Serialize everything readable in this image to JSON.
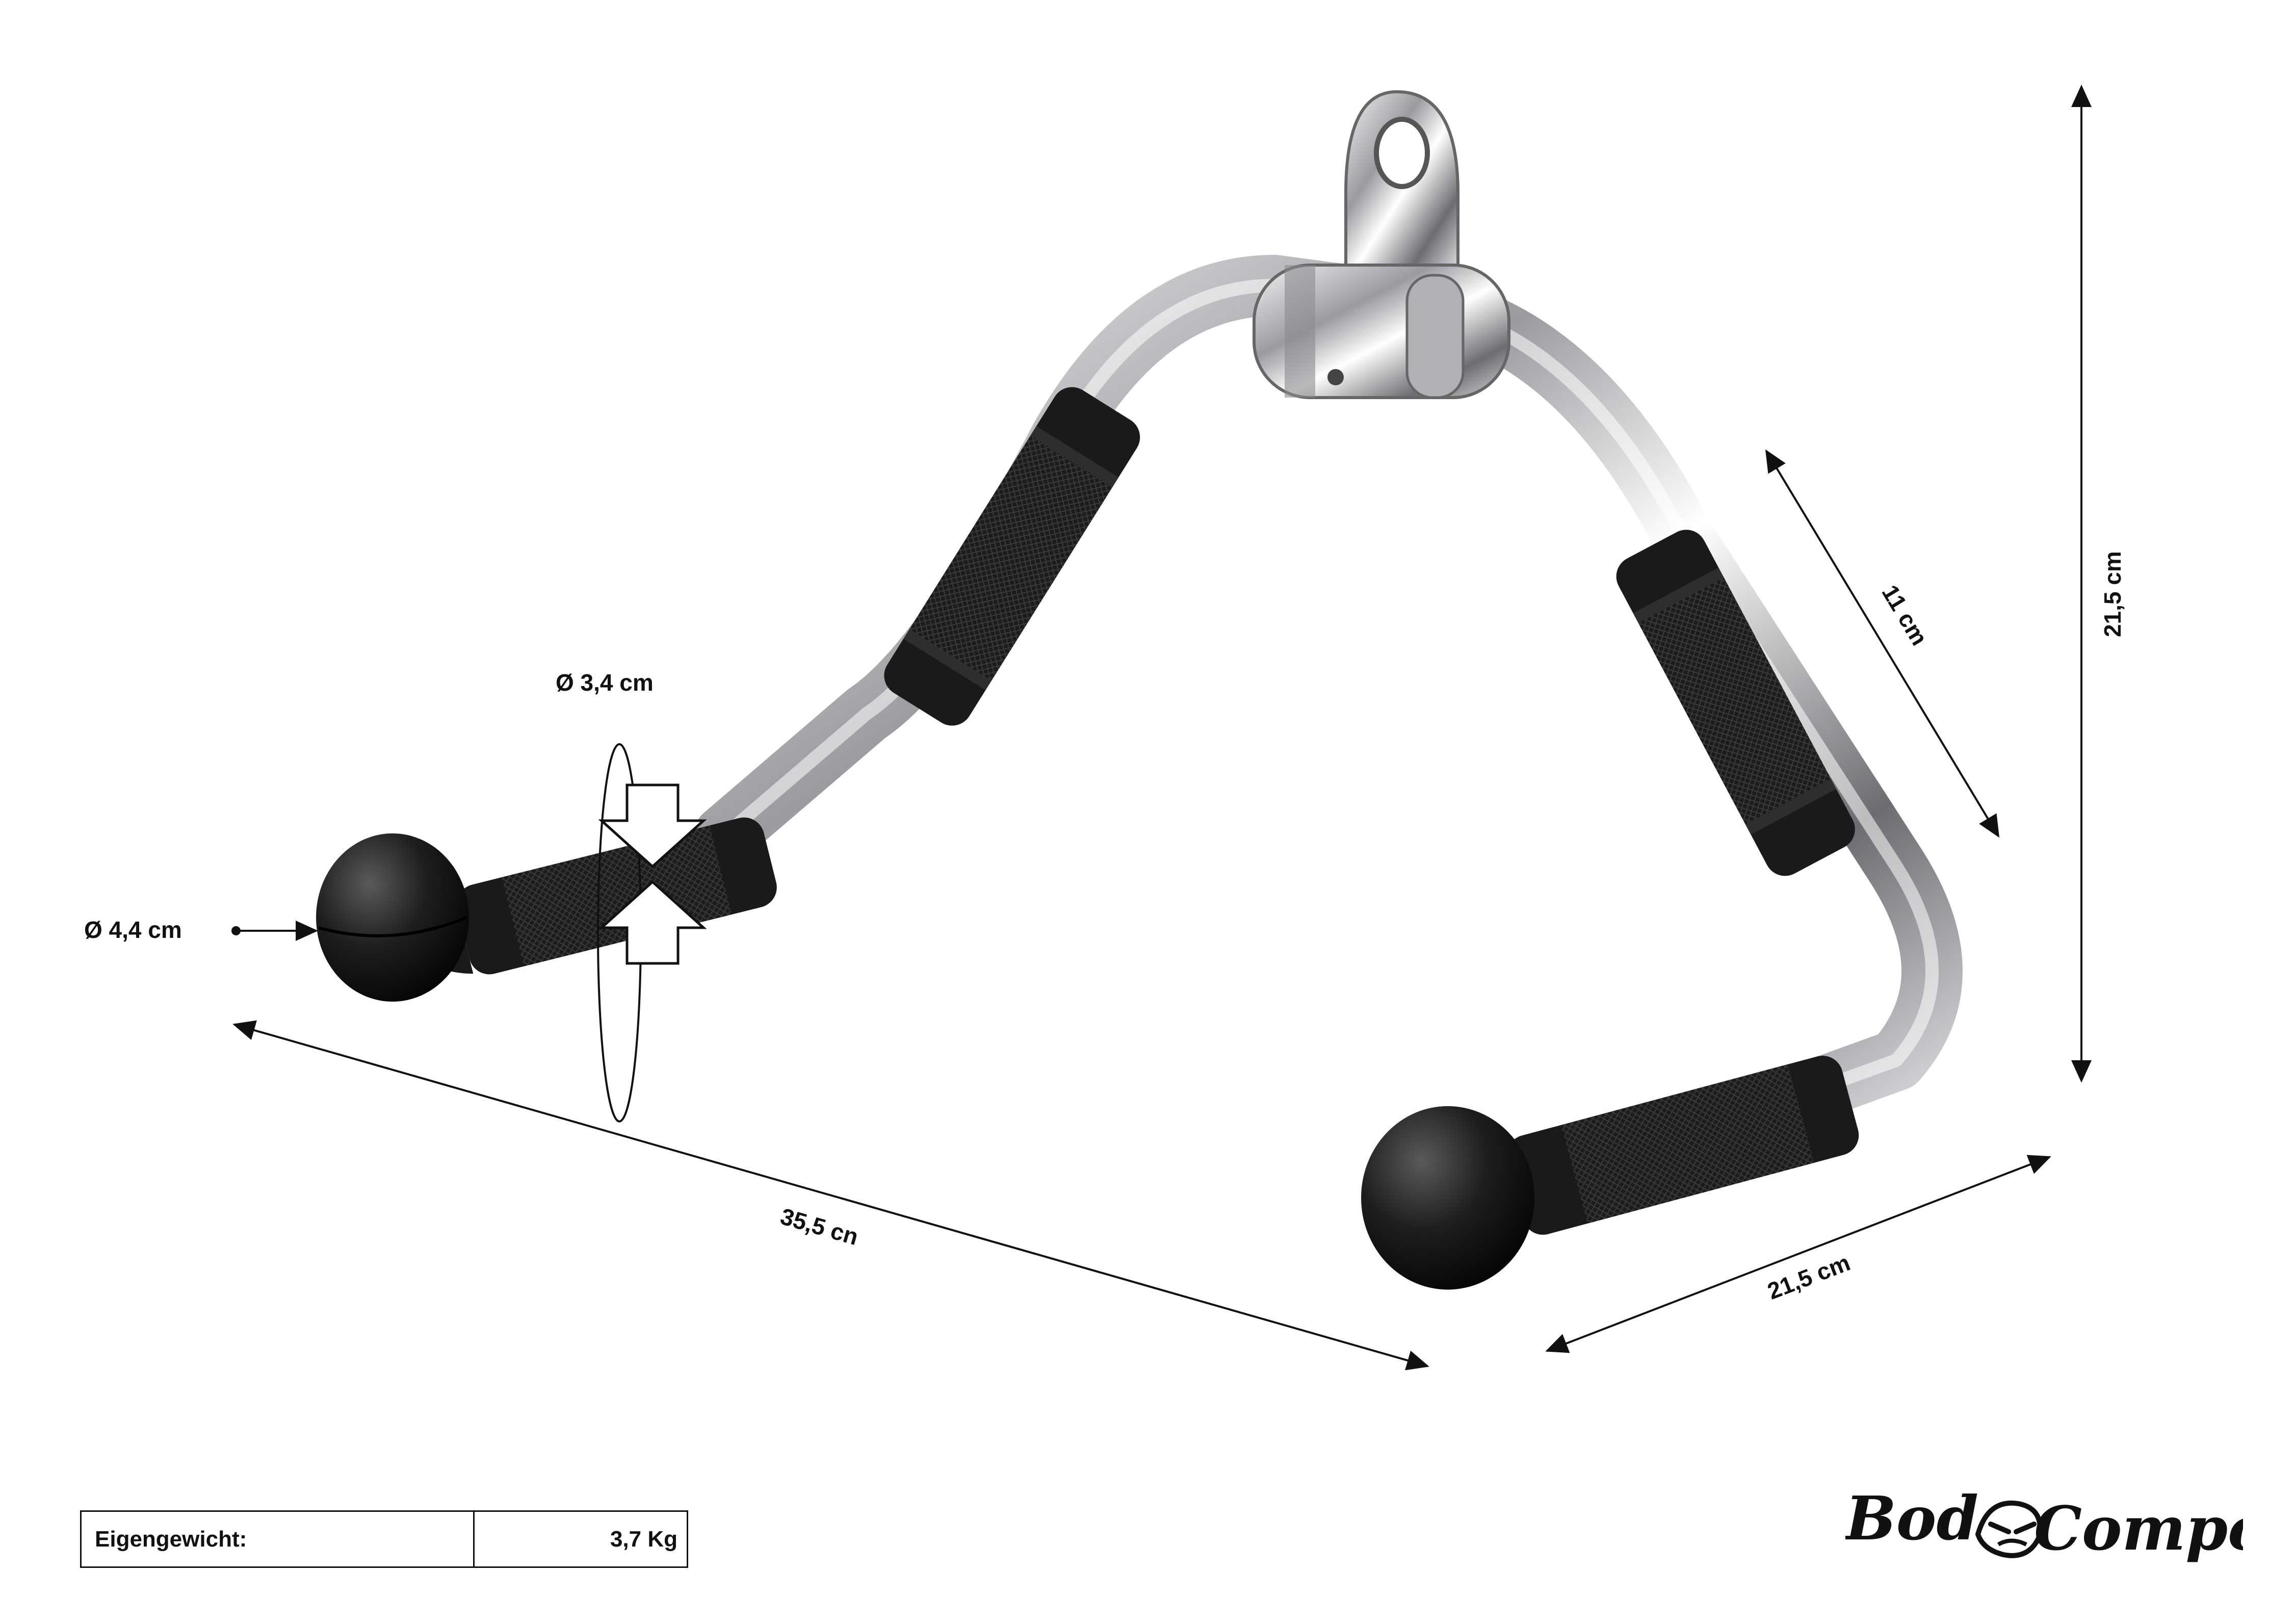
{
  "dimensions": {
    "grip_small_diameter": "Ø 3,4 cm",
    "knob_diameter": "Ø 4,4 cm",
    "width": "35,5 cn",
    "depth": "21,5 cm",
    "grip_length": "11 cm",
    "height": "21,5 cm"
  },
  "specs": {
    "weight_label": "Eigengewicht:",
    "weight_value": "3,7 Kg"
  },
  "brand": {
    "left": "Bod",
    "right": "Compony"
  },
  "colors": {
    "chrome": "#c8c8cc",
    "rubber": "#1a1a1a",
    "text": "#111111"
  }
}
